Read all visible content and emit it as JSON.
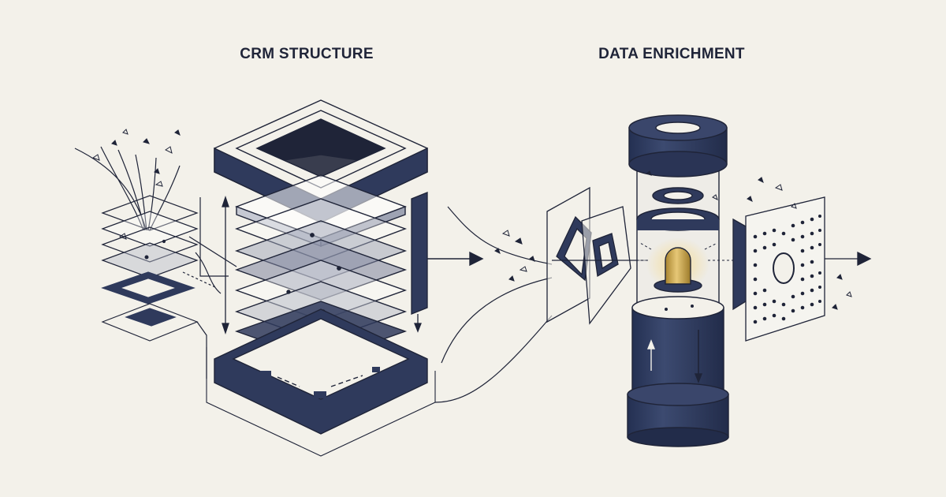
{
  "headings": {
    "left": "CRM STRUCTURE",
    "right": "DATA ENRICHMENT"
  },
  "colors": {
    "background": "#f3f1ea",
    "navy": "#2f3a5c",
    "ink": "#1f2438",
    "glass": "#b9bdc9",
    "gold": "#c9a44c"
  },
  "icons": {
    "arrow": "arrowhead",
    "capsule": "glowing-light-capsule"
  }
}
